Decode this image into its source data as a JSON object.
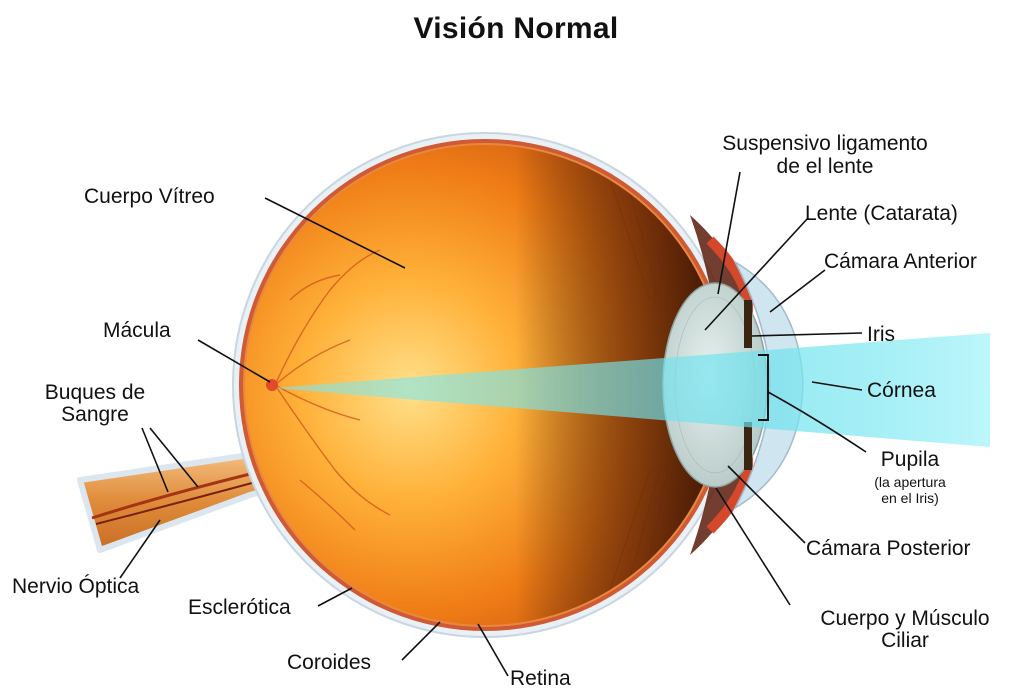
{
  "title": "Visión Normal",
  "labels": {
    "cuerpo_vitreo": "Cuerpo Vítreo",
    "macula": "Mácula",
    "buques_line1": "Buques de",
    "buques_line2": "Sangre",
    "nervio_optica": "Nervio Óptica",
    "esclerotica": "Esclerótica",
    "coroides": "Coroides",
    "retina": "Retina",
    "suspensivo_line1": "Suspensivo ligamento",
    "suspensivo_line2": "de el lente",
    "lente": "Lente (Catarata)",
    "camara_anterior": "Cámara Anterior",
    "iris": "Iris",
    "cornea": "Córnea",
    "pupila": "Pupila",
    "pupila_note_line1": "(la apertura",
    "pupila_note_line2": "en el Iris)",
    "camara_posterior": "Cámara Posterior",
    "cuerpo_musculo_line1": "Cuerpo y Músculo",
    "cuerpo_musculo_line2": "Ciliar"
  },
  "colors": {
    "vitreous_light": "#ffd36b",
    "vitreous_mid": "#f08a1c",
    "vitreous_dark": "#c4520c",
    "choroid": "#7a2a0c",
    "sclera": "#e7eef4",
    "retina_red": "#d8462a",
    "light_beam": "#56e0ec",
    "cornea": "#cfe6f2",
    "nerve": "#e79a4a",
    "line": "#111111"
  }
}
